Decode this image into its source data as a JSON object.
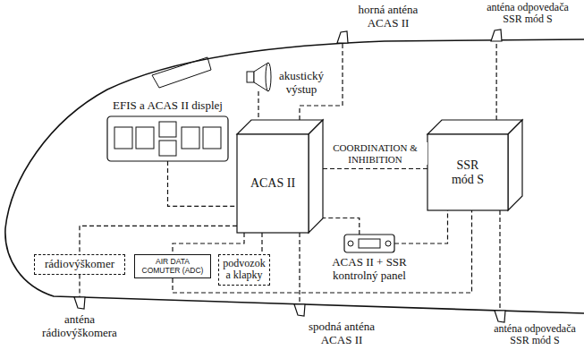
{
  "diagram": {
    "nodes": [
      {
        "text": [
          "horná anténa ACAS II"
        ]
      },
      {
        "text": [
          "anténa odpovedača SSR mód S"
        ]
      },
      {
        "text": [
          "akustický výstup"
        ]
      },
      {
        "text": [
          "EFIS a ACAS II displej"
        ]
      },
      {
        "text": [
          "ACAS II"
        ]
      },
      {
        "text": [
          "SSR mód S"
        ]
      },
      {
        "text": [
          "rádiovýškomer"
        ]
      },
      {
        "text": [
          "AIR DATA COMUTER (ADC)"
        ]
      },
      {
        "text": [
          "podvozok a klapky"
        ]
      },
      {
        "text": [
          "ACAS II + SSR kontrolný panel"
        ]
      },
      {
        "text": [
          "anténa rádiovýškomera"
        ]
      },
      {
        "text": [
          "spodná anténa ACAS II"
        ]
      },
      {
        "text": [
          "anténa odpovedača SSR mód S"
        ]
      }
    ],
    "edges": [
      {
        "from": 4,
        "to": 0,
        "arrow": "none"
      },
      {
        "from": 2,
        "to": 4,
        "arrow": "none"
      },
      {
        "from": 3,
        "to": 4,
        "arrow": "none"
      },
      {
        "from": 4,
        "to": 5,
        "label": "COORDINATION & INHIBITION",
        "arrow": "none"
      },
      {
        "from": 5,
        "to": 1,
        "arrow": "none"
      },
      {
        "from": 5,
        "to": 12,
        "arrow": "none"
      },
      {
        "from": 4,
        "to": 6,
        "arrow": "none"
      },
      {
        "from": 4,
        "to": 7,
        "arrow": "none"
      },
      {
        "from": 4,
        "to": 8,
        "arrow": "none"
      },
      {
        "from": 4,
        "to": 11,
        "arrow": "none"
      },
      {
        "from": 6,
        "to": 10,
        "arrow": "none"
      },
      {
        "from": 9,
        "to": 4,
        "arrow": "none"
      },
      {
        "from": 9,
        "to": 5,
        "arrow": "none"
      },
      {
        "from": 7,
        "to": 5,
        "arrow": "none"
      }
    ]
  }
}
